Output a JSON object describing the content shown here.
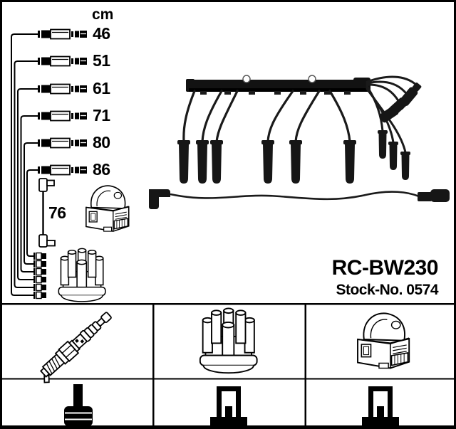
{
  "product": {
    "model": "RC-BW230",
    "stock_no": "Stock-No. 0574"
  },
  "ruler": {
    "unit_label": "cm"
  },
  "cables": [
    {
      "length": "46"
    },
    {
      "length": "51"
    },
    {
      "length": "61"
    },
    {
      "length": "71"
    },
    {
      "length": "80"
    },
    {
      "length": "86"
    }
  ],
  "coil_wire": {
    "length": "76"
  },
  "legend": {
    "row1": [
      {
        "icon": "spark-plug"
      },
      {
        "icon": "distributor-cap"
      },
      {
        "icon": "ignition-coil"
      }
    ],
    "row2": [
      {
        "icon": "plug-boot-connector"
      },
      {
        "icon": "distributor-cap-connector"
      },
      {
        "icon": "ignition-coil-connector"
      }
    ]
  },
  "colors": {
    "ink": "#000000",
    "photo_dark": "#161616",
    "background": "#ffffff"
  }
}
